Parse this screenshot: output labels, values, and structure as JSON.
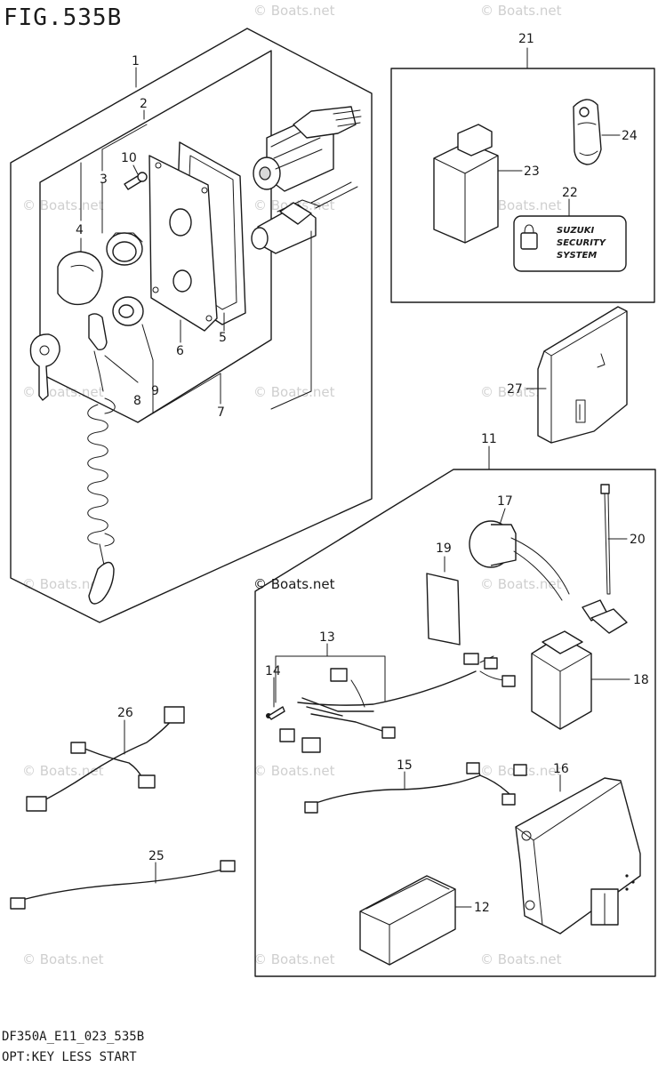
{
  "figure": {
    "title": "FIG.535B",
    "footer_code": "DF350A_E11_023_535B",
    "footer_caption": "OPT:KEY LESS START"
  },
  "watermark": {
    "text": "© Boats.net"
  },
  "security_logo": {
    "line1": "SUZUKI",
    "line2": "SECURITY",
    "line3": "SYSTEM"
  },
  "callouts": [
    "1",
    "2",
    "3",
    "4",
    "5",
    "6",
    "7",
    "8",
    "9",
    "10",
    "11",
    "12",
    "13",
    "14",
    "15",
    "16",
    "17",
    "18",
    "19",
    "20",
    "21",
    "22",
    "23",
    "24",
    "25",
    "26",
    "27"
  ]
}
